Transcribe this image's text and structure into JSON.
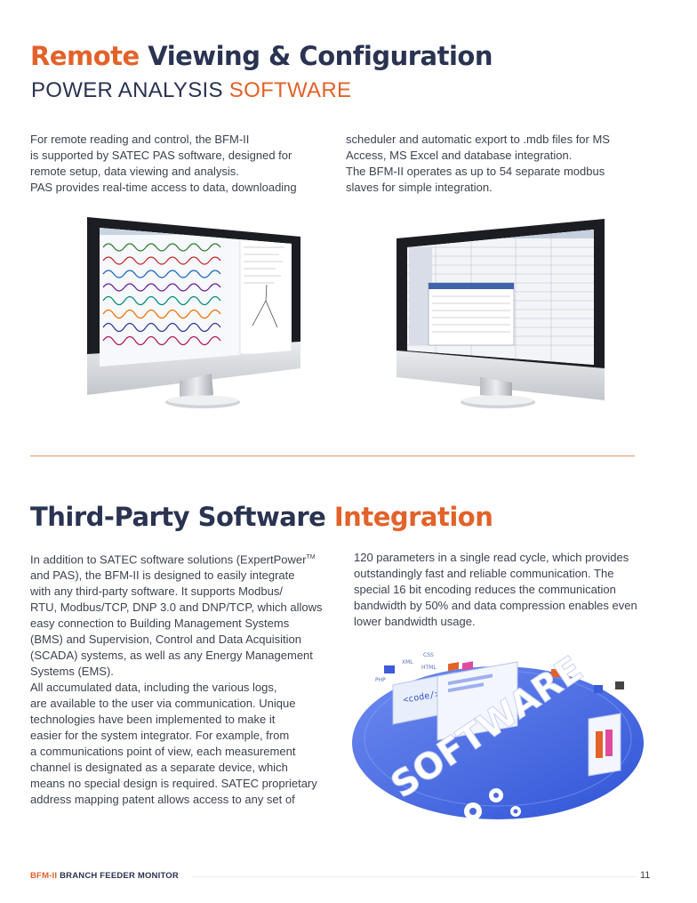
{
  "section1": {
    "title_word_accent": "Remote",
    "title_rest": " Viewing & Configuration",
    "subtitle_plain": "POWER ANALYSIS ",
    "subtitle_accent": "SOFTWARE",
    "col1": [
      "For remote reading and control, the BFM-II",
      "is supported by SATEC PAS software, designed for",
      "remote setup, data viewing and analysis.",
      "PAS provides real-time access to data, downloading"
    ],
    "col2": [
      "scheduler and automatic export to .mdb files for MS",
      "Access, MS Excel and database integration.",
      "The BFM-II operates as up to 54 separate modbus",
      "slaves for simple integration."
    ]
  },
  "section2": {
    "title_rest": "Third-Party Software ",
    "title_word_accent": "Integration",
    "col1_first_a": "In addition to SATEC software solutions (ExpertPower",
    "col1_first_tm": "TM",
    "col1": [
      "and PAS), the BFM-II is designed to easily integrate",
      "with any third-party software. It supports Modbus/",
      "RTU, Modbus/TCP, DNP 3.0 and DNP/TCP, which allows",
      "easy connection to Building Management Systems",
      "(BMS) and Supervision, Control and Data Acquisition",
      "(SCADA) systems, as well as any Energy Management",
      "Systems (EMS).",
      "All accumulated data, including the various logs,",
      "are available to the user via communication. Unique",
      "technologies have been implemented to make it",
      "easier for the system integrator. For example, from",
      "a communications point of view, each measurement",
      "channel is designated as a separate device, which",
      "means no special design is required. SATEC proprietary",
      "address mapping patent allows access to any set of"
    ],
    "col2": [
      "120 parameters in a single read cycle, which provides",
      "outstandingly fast and reliable communication. The",
      "special 16 bit encoding reduces the communication",
      "bandwidth by 50% and data compression enables even",
      "lower bandwidth usage."
    ],
    "illustration": {
      "word": "SOFTWARE",
      "code_tag": "<code/>",
      "tags": [
        "XML",
        "CSS",
        "HTML",
        "PHP"
      ]
    }
  },
  "footer": {
    "product_accent": "BFM-II",
    "product_rest": " BRANCH FEEDER MONITOR",
    "page_number": "11"
  },
  "colors": {
    "accent": "#e2622a",
    "navy": "#2a3351",
    "text": "#3d4250"
  }
}
